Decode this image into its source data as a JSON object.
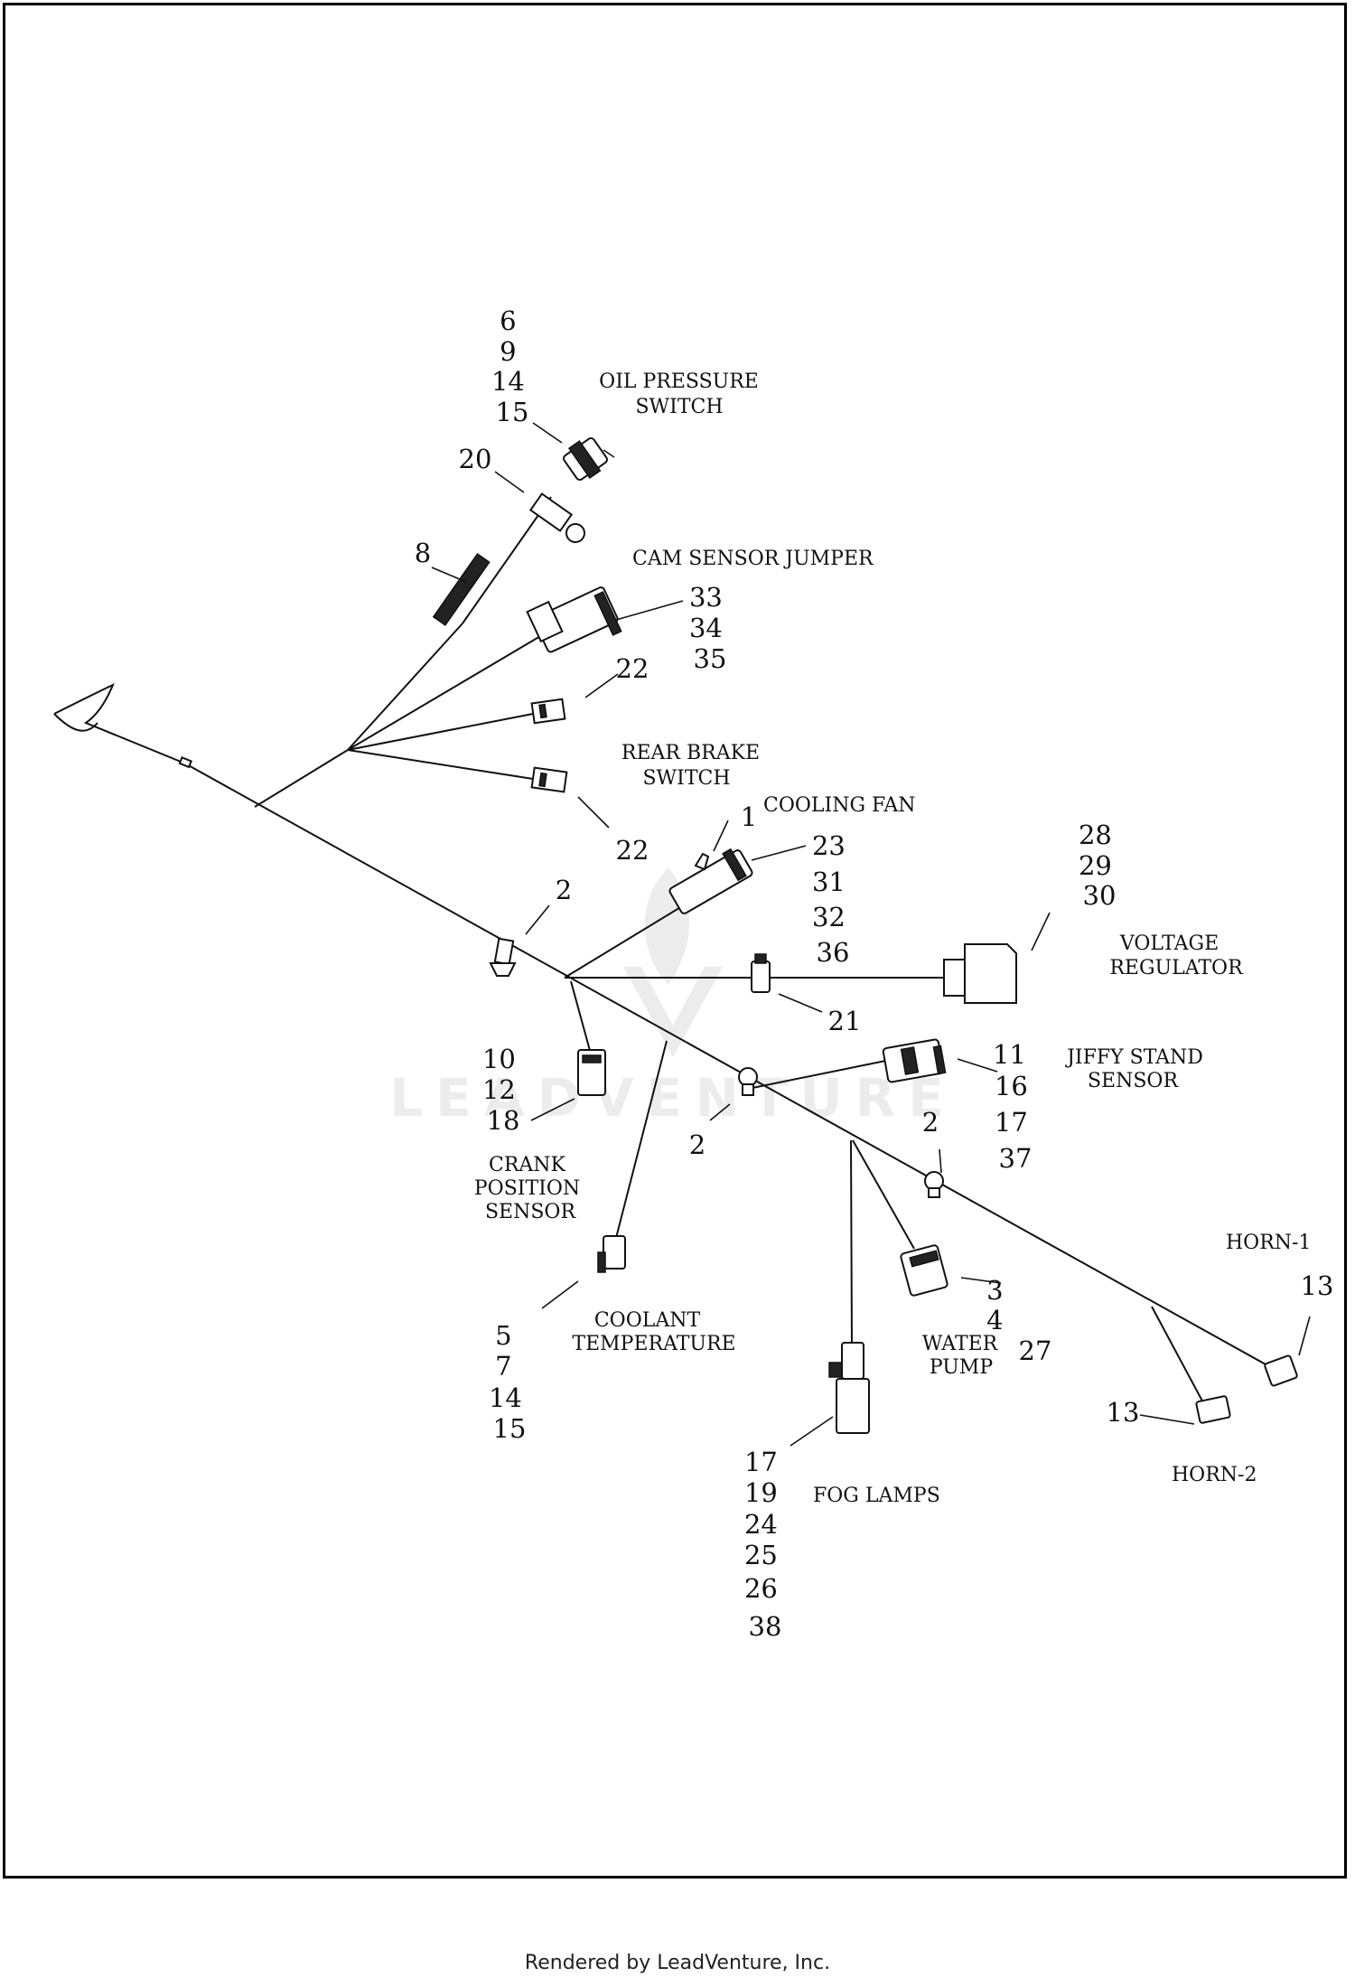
{
  "labels": {
    "oil_pressure_switch": [
      "OIL PRESSURE",
      "SWITCH"
    ],
    "cam_sensor_jumper": [
      "CAM SENSOR JUMPER"
    ],
    "rear_brake_switch": [
      "REAR BRAKE",
      "SWITCH"
    ],
    "cooling_fan": [
      "COOLING FAN"
    ],
    "voltage_regulator": [
      "VOLTAGE",
      "REGULATOR"
    ],
    "jiffy_stand_sensor": [
      "JIFFY STAND",
      "SENSOR"
    ],
    "crank_position_sensor": [
      "CRANK",
      "POSITION",
      "SENSOR"
    ],
    "coolant_temperature": [
      "COOLANT",
      "TEMPERATURE"
    ],
    "water_pump": [
      "WATER",
      "PUMP"
    ],
    "fog_lamps": [
      "FOG LAMPS"
    ],
    "horn_1": [
      "HORN-1"
    ],
    "horn_2": [
      "HORN-2"
    ]
  },
  "callouts": {
    "oil_pressure_switch": [
      "6",
      "9",
      "14",
      "15"
    ],
    "item_20": [
      "20"
    ],
    "item_8": [
      "8"
    ],
    "cam_sensor_jumper": [
      "33",
      "34",
      "35"
    ],
    "item_22_upper": [
      "22"
    ],
    "item_22_lower": [
      "22"
    ],
    "cooling_fan_1": [
      "1"
    ],
    "cooling_fan": [
      "23",
      "31",
      "32",
      "36"
    ],
    "voltage_regulator": [
      "28",
      "29",
      "30"
    ],
    "item_2_left": [
      "2"
    ],
    "item_21": [
      "21"
    ],
    "jiffy_stand_sensor": [
      "11",
      "16",
      "17",
      "37"
    ],
    "item_2_center": [
      "2"
    ],
    "item_2_right": [
      "2"
    ],
    "crank_position_sensor": [
      "10",
      "12",
      "18"
    ],
    "coolant_temperature": [
      "5",
      "7",
      "14",
      "15"
    ],
    "water_pump": [
      "3",
      "4",
      "27"
    ],
    "horn_1": [
      "13"
    ],
    "horn_2": [
      "13"
    ],
    "fog_lamps": [
      "17",
      "19",
      "24",
      "25",
      "26",
      "38"
    ]
  },
  "watermark": "LEADVENTURE",
  "footer": "Rendered by LeadVenture, Inc."
}
